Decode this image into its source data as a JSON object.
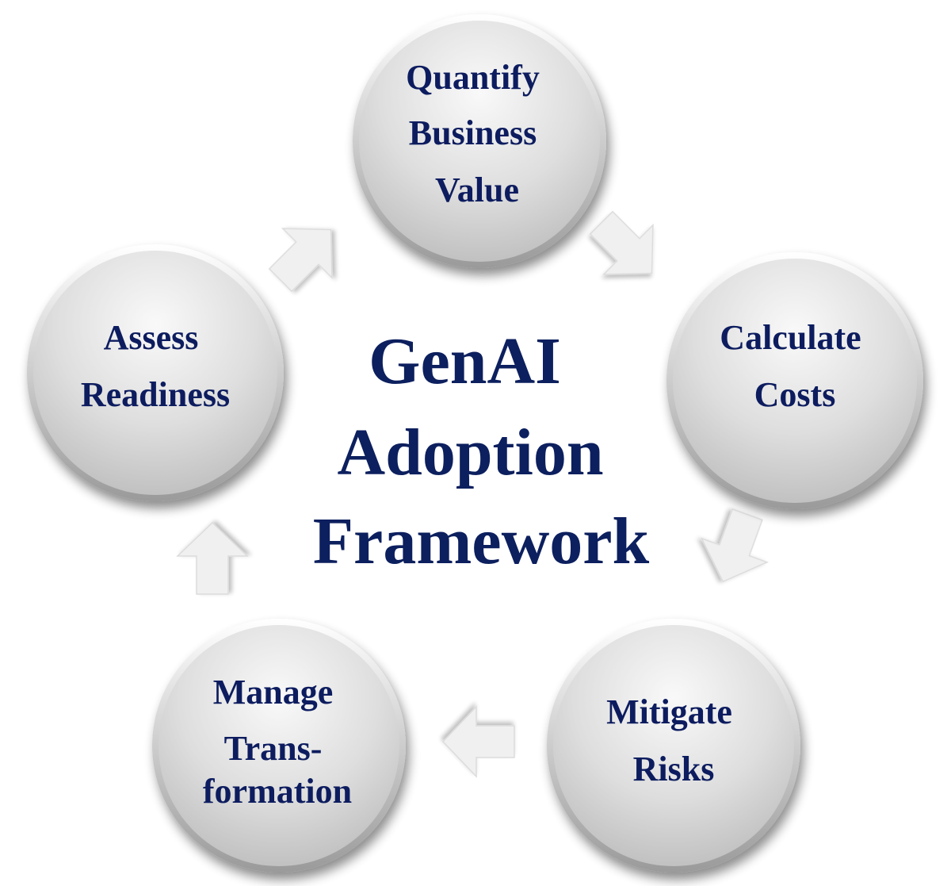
{
  "center": {
    "lines": [
      "GenAI",
      "Adoption",
      "Framework"
    ]
  },
  "nodes": [
    {
      "id": "quantify",
      "lines": [
        "Quantify",
        "Business",
        "Value"
      ]
    },
    {
      "id": "calculate",
      "lines": [
        "Calculate",
        "Costs"
      ]
    },
    {
      "id": "mitigate",
      "lines": [
        "Mitigate",
        "Risks"
      ]
    },
    {
      "id": "manage",
      "lines": [
        "Manage",
        "Trans-",
        "formation"
      ]
    },
    {
      "id": "assess",
      "lines": [
        "Assess",
        "Readiness"
      ]
    }
  ],
  "colors": {
    "text": "#0c1f5e",
    "circle_light": "#f7f7f7",
    "circle_mid": "#dcdcdc",
    "circle_dark": "#b4b4b4",
    "arrow": "#f0f0f0",
    "arrow_edge": "#dcdcdc"
  },
  "arrow_icon": "block-arrow-icon"
}
